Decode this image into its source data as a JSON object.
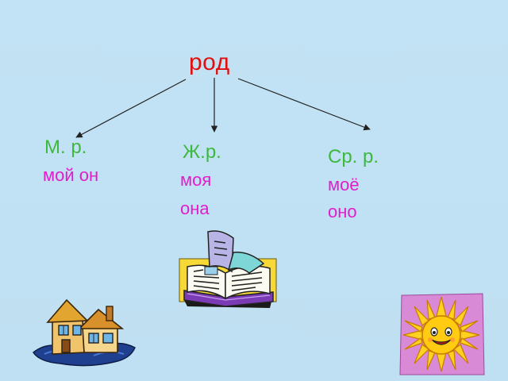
{
  "root": {
    "label": "род"
  },
  "branches": [
    {
      "heading": "М. р.",
      "lines": [
        "мой он"
      ]
    },
    {
      "heading": "Ж.р.",
      "lines": [
        "моя",
        "она"
      ]
    },
    {
      "heading": "Ср. р.",
      "lines": [
        "моё",
        "оно"
      ]
    }
  ],
  "colors": {
    "background": "#c2e3f5",
    "root": "#e01010",
    "heading": "#3fb83f",
    "pronoun": "#e01ecb",
    "arrow": "#222222"
  },
  "decorations": [
    "open-book-icon",
    "house-icon",
    "sun-icon"
  ]
}
